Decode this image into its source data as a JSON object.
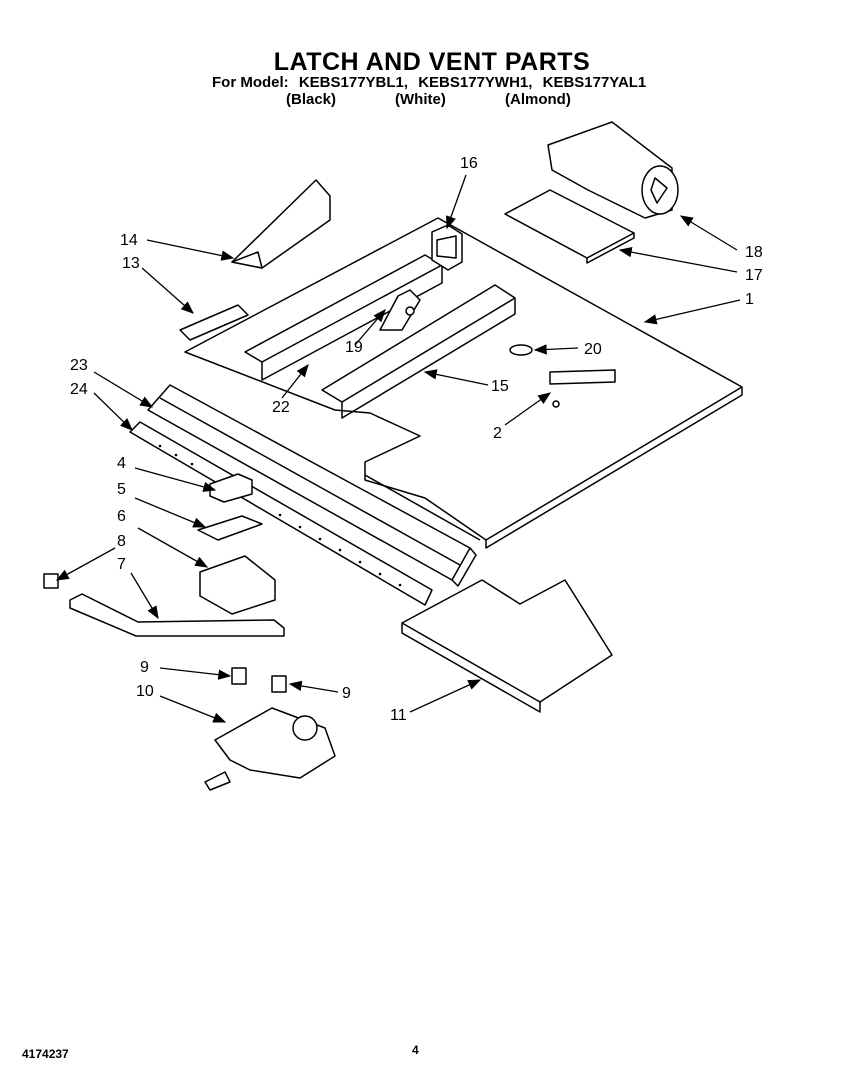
{
  "header": {
    "title": "LATCH AND VENT PARTS",
    "for_model_label": "For Model:",
    "models": [
      "KEBS177YBL1,",
      "KEBS177YWH1,",
      "KEBS177YAL1"
    ],
    "colors": [
      "(Black)",
      "(White)",
      "(Almond)"
    ]
  },
  "callouts": [
    "16",
    "14",
    "13",
    "18",
    "17",
    "1",
    "19",
    "20",
    "23",
    "24",
    "22",
    "15",
    "2",
    "4",
    "5",
    "6",
    "8",
    "7",
    "9",
    "10",
    "9",
    "11"
  ],
  "footer": {
    "doc_number": "4174237",
    "page_number": "4"
  }
}
